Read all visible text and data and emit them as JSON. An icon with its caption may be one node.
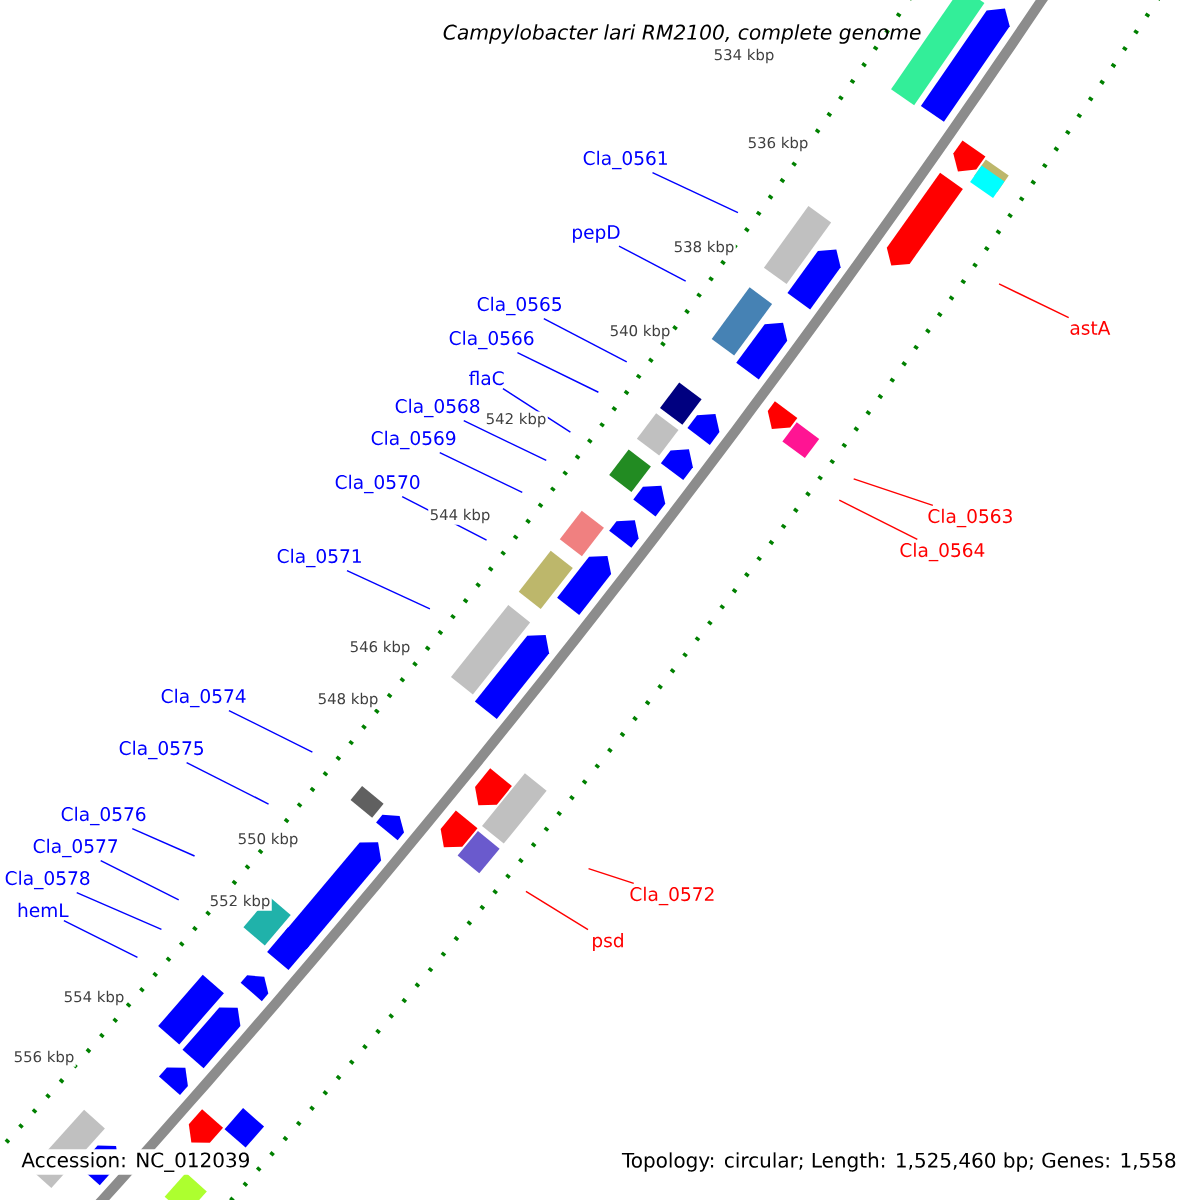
{
  "diagram": {
    "title": "Campylobacter lari RM2100, complete genome",
    "nodes": [
      {
        "text": [
          "Cla_0561"
        ]
      },
      {
        "text": [
          "pepD"
        ]
      },
      {
        "text": [
          "Cla_0565"
        ]
      },
      {
        "text": [
          "Cla_0566"
        ]
      },
      {
        "text": [
          "flaC"
        ]
      },
      {
        "text": [
          "Cla_0568"
        ]
      },
      {
        "text": [
          "Cla_0569"
        ]
      },
      {
        "text": [
          "Cla_0570"
        ]
      },
      {
        "text": [
          "Cla_0571"
        ]
      },
      {
        "text": [
          "Cla_0574"
        ]
      },
      {
        "text": [
          "Cla_0575"
        ]
      },
      {
        "text": [
          "Cla_0576"
        ]
      },
      {
        "text": [
          "Cla_0577"
        ]
      },
      {
        "text": [
          "Cla_0578"
        ]
      },
      {
        "text": [
          "hemL"
        ]
      },
      {
        "text": [
          "astA"
        ]
      },
      {
        "text": [
          "Cla_0563"
        ]
      },
      {
        "text": [
          "Cla_0564"
        ]
      },
      {
        "text": [
          "Cla_0572"
        ]
      },
      {
        "text": [
          "psd"
        ]
      }
    ],
    "edges": [
      {
        "from": 0,
        "to": null,
        "arrow": "none"
      },
      {
        "from": 1,
        "to": null,
        "arrow": "none"
      },
      {
        "from": 2,
        "to": null,
        "arrow": "none"
      },
      {
        "from": 3,
        "to": null,
        "arrow": "none"
      },
      {
        "from": 4,
        "to": null,
        "arrow": "none"
      },
      {
        "from": 5,
        "to": null,
        "arrow": "none"
      },
      {
        "from": 6,
        "to": null,
        "arrow": "none"
      },
      {
        "from": 7,
        "to": null,
        "arrow": "none"
      },
      {
        "from": 8,
        "to": null,
        "arrow": "none"
      },
      {
        "from": 9,
        "to": null,
        "arrow": "none"
      },
      {
        "from": 10,
        "to": null,
        "arrow": "none"
      },
      {
        "from": 11,
        "to": null,
        "arrow": "none"
      },
      {
        "from": 12,
        "to": null,
        "arrow": "none"
      },
      {
        "from": 13,
        "to": null,
        "arrow": "none"
      },
      {
        "from": 14,
        "to": null,
        "arrow": "none"
      },
      {
        "from": 15,
        "to": null,
        "arrow": "none",
        "color": "#ff0000"
      },
      {
        "from": 16,
        "to": null,
        "arrow": "none",
        "color": "#ff0000"
      },
      {
        "from": 17,
        "to": null,
        "arrow": "none",
        "color": "#ff0000"
      },
      {
        "from": 18,
        "to": null,
        "arrow": "none",
        "color": "#ff0000"
      },
      {
        "from": 19,
        "to": null,
        "arrow": "none",
        "color": "#ff0000"
      }
    ],
    "labels": [
      "534 kbp",
      "536 kbp",
      "538 kbp",
      "540 kbp",
      "542 kbp",
      "544 kbp",
      "546 kbp",
      "548 kbp",
      "550 kbp",
      "552 kbp",
      "554 kbp",
      "556 kbp",
      "Accession: NC_012039",
      "Topology: circular; Length: 1,525,460 bp; Genes: 1,558"
    ]
  }
}
